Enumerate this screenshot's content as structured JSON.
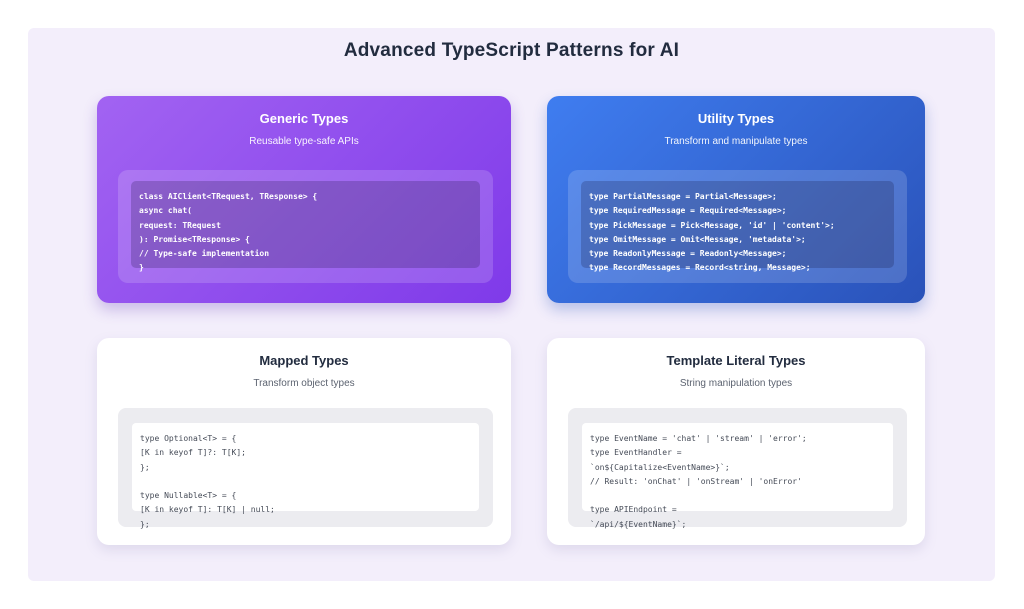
{
  "page_title": "Advanced TypeScript Patterns for AI",
  "colors": {
    "page_bg": "#ffffff",
    "panel_bg": "#f3eefb",
    "title_dark": "#222c3f",
    "subtitle_gray": "#5c6370",
    "purple_from": "#a263f2",
    "purple_to": "#7f3ae9",
    "blue_from": "#3f7df0",
    "blue_to": "#2a52b9"
  },
  "cards": [
    {
      "id": "generic-types",
      "theme": "purple",
      "title": "Generic Types",
      "subtitle": "Reusable type-safe APIs",
      "code": "class AIClient<TRequest, TResponse> {\nasync chat(\nrequest: TRequest\n): Promise<TResponse> {\n// Type-safe implementation\n}"
    },
    {
      "id": "utility-types",
      "theme": "blue",
      "title": "Utility Types",
      "subtitle": "Transform and manipulate types",
      "code": "type PartialMessage = Partial<Message>;\ntype RequiredMessage = Required<Message>;\ntype PickMessage = Pick<Message, 'id' | 'content'>;\ntype OmitMessage = Omit<Message, 'metadata'>;\ntype ReadonlyMessage = Readonly<Message>;\ntype RecordMessages = Record<string, Message>;"
    },
    {
      "id": "mapped-types",
      "theme": "light",
      "title": "Mapped Types",
      "subtitle": "Transform object types",
      "code": "type Optional<T> = {\n[K in keyof T]?: T[K];\n};\n\ntype Nullable<T> = {\n[K in keyof T]: T[K] | null;\n};"
    },
    {
      "id": "template-literal-types",
      "theme": "light",
      "title": "Template Literal Types",
      "subtitle": "String manipulation types",
      "code": "type EventName = 'chat' | 'stream' | 'error';\ntype EventHandler =\n`on${Capitalize<EventName>}`;\n// Result: 'onChat' | 'onStream' | 'onError'\n\ntype APIEndpoint =\n`/api/${EventName}`;"
    }
  ]
}
